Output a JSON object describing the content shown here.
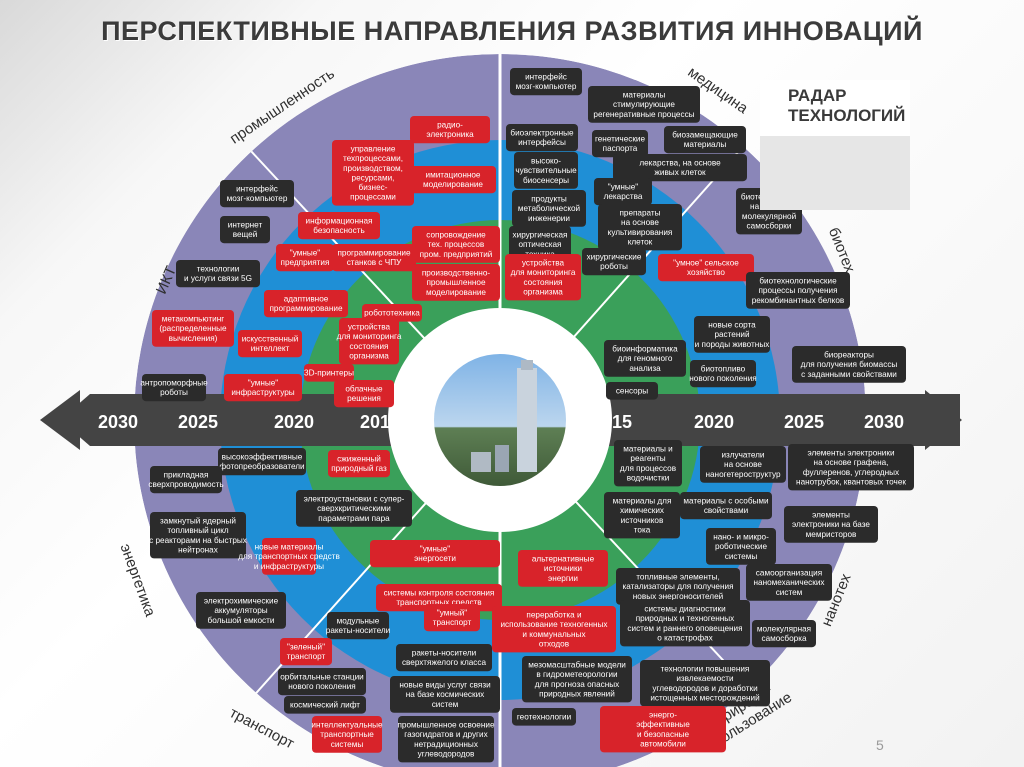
{
  "title": "ПЕРСПЕКТИВНЫЕ НАПРАВЛЕНИЯ РАЗВИТИЯ ИННОВАЦИЙ",
  "radar_title": "РАДАР\nТЕХНОЛОГИЙ",
  "page_number": "5",
  "colors": {
    "outer_ring": "#8a86b8",
    "middle_ring": "#1f8fd6",
    "inner_ring": "#3aa05a",
    "hub": "#ffffff",
    "axis": "#444444",
    "box_dark": "#2b2b2b",
    "box_red": "#d8232a",
    "text_white": "#ffffff",
    "sector_lines": "#ffffff"
  },
  "timeline": {
    "left": [
      "2030",
      "2025",
      "2020",
      "2015"
    ],
    "right": [
      "2015",
      "2020",
      "2025",
      "2030"
    ]
  },
  "sectors": [
    "промышленность",
    "медицина",
    "биотех",
    "нанотех",
    "природо-\nпользование",
    "транспорт",
    "энергетика",
    "ИКТ"
  ],
  "boxes": [
    {
      "text": "интерфейс\nмозг-компьютер",
      "style": "dark"
    },
    {
      "text": "материалы\nстимулирующие\nрегенеративные процессы",
      "style": "dark"
    },
    {
      "text": "биоэлектронные\nинтерфейсы",
      "style": "dark"
    },
    {
      "text": "генетические\nпаспорта",
      "style": "dark"
    },
    {
      "text": "биозамещающие\nматериалы",
      "style": "dark"
    },
    {
      "text": "высоко-\nчувствительные\nбиосенсеры",
      "style": "dark"
    },
    {
      "text": "лекарства, на основе\nживых клеток",
      "style": "dark"
    },
    {
      "text": "\"умные\"\nлекарства",
      "style": "dark"
    },
    {
      "text": "продукты\nметаболической\nинженерии",
      "style": "dark"
    },
    {
      "text": "препараты\nна основе\nкультивирования\nклеток",
      "style": "dark"
    },
    {
      "text": "хирургическая\nоптическая\nтехника",
      "style": "dark"
    },
    {
      "text": "хирургические\nроботы",
      "style": "dark"
    },
    {
      "text": "\"умное\" сельское\nхозяйство",
      "style": "red"
    },
    {
      "text": "устройства\nдля мониторинга\nсостояния\nорганизма",
      "style": "red"
    },
    {
      "text": "радио-\nэлектроника",
      "style": "red"
    },
    {
      "text": "управление\nтехпроцессами,\nпроизводством,\nресурсами,\nбизнес-\nпроцессами",
      "style": "red"
    },
    {
      "text": "имитационное\nмоделирование",
      "style": "red"
    },
    {
      "text": "интерфейс\nмозг-компьютер",
      "style": "dark"
    },
    {
      "text": "информационная\nбезопасность",
      "style": "red"
    },
    {
      "text": "интернет\nвещей",
      "style": "dark"
    },
    {
      "text": "сопровождение\nтех. процессов\nпром. предприятий",
      "style": "red"
    },
    {
      "text": "\"умные\"\nпредприятия",
      "style": "red"
    },
    {
      "text": "программирование\nстанков с ЧПУ",
      "style": "red"
    },
    {
      "text": "технологии\nи услуги связи 5G",
      "style": "dark"
    },
    {
      "text": "производственно-\nпромышленное\nмоделирование",
      "style": "red"
    },
    {
      "text": "адаптивное\nпрограммирование",
      "style": "red"
    },
    {
      "text": "робототехника",
      "style": "red"
    },
    {
      "text": "метакомпьютинг\n(распределенные\nвычисления)",
      "style": "red"
    },
    {
      "text": "устройства\nдля мониторинга\nсостояния\nорганизма",
      "style": "red"
    },
    {
      "text": "искусственный\nинтеллект",
      "style": "red"
    },
    {
      "text": "3D-принтеры",
      "style": "red"
    },
    {
      "text": "облачные\nрешения",
      "style": "red"
    },
    {
      "text": "антропоморфные\nроботы",
      "style": "dark"
    },
    {
      "text": "\"умные\"\nинфраструктуры",
      "style": "red"
    },
    {
      "text": "биотехнологии\nна основе\nмолекулярной\nсамосборки",
      "style": "dark"
    },
    {
      "text": "биотехнологические\nпроцессы получения\nрекомбинантных белков",
      "style": "dark"
    },
    {
      "text": "новые сорта\nрастений\nи породы животных",
      "style": "dark"
    },
    {
      "text": "биоинформатика\nдля геномного\nанализа",
      "style": "dark"
    },
    {
      "text": "биотопливо\nнового поколения",
      "style": "dark"
    },
    {
      "text": "биореакторы\nдля получения биомассы\nс заданными свойствами",
      "style": "dark"
    },
    {
      "text": "сенсоры",
      "style": "dark"
    },
    {
      "text": "высокоэффективные\nфотопреобразователи",
      "style": "dark"
    },
    {
      "text": "сжиженный\nприродный газ",
      "style": "red"
    },
    {
      "text": "прикладная\nсверхпроводимость",
      "style": "dark"
    },
    {
      "text": "материалы и\nреагенты\nдля процессов\nводочистки",
      "style": "dark"
    },
    {
      "text": "излучатели\nна основе\nнаногетероструктур",
      "style": "dark"
    },
    {
      "text": "элементы электроники\nна основе графена,\nфуллеренов, углеродных\nнанотрубок, квантовых точек",
      "style": "dark"
    },
    {
      "text": "электроустановки с супер-\nсверхкритическими\nпараметрами пара",
      "style": "dark"
    },
    {
      "text": "замкнутый ядерный\nтопливный цикл\nс реакторами на быстрых\nнейтронах",
      "style": "dark"
    },
    {
      "text": "материалы для\nхимических\nисточников\nтока",
      "style": "dark"
    },
    {
      "text": "материалы с особыми\nсвойствами",
      "style": "dark"
    },
    {
      "text": "элементы\nэлектроники на базе\nмемристоров",
      "style": "dark"
    },
    {
      "text": "\"умные\"\nэнергосети",
      "style": "red"
    },
    {
      "text": "новые материалы\nдля транспортных средств\nи инфраструктуры",
      "style": "red"
    },
    {
      "text": "нано- и микро-\nроботические\nсистемы",
      "style": "dark"
    },
    {
      "text": "альтернативные\nисточники\nэнергии",
      "style": "red"
    },
    {
      "text": "системы контроля состояния\nтранспортных средств",
      "style": "red"
    },
    {
      "text": "топливные элементы,\nкатализаторы для получения\nновых энергоносителей",
      "style": "dark"
    },
    {
      "text": "самоорганизация\nнаномеханических\nсистем",
      "style": "dark"
    },
    {
      "text": "электрохимические\nаккумуляторы\nбольшой емкости",
      "style": "dark"
    },
    {
      "text": "модульные\nракеты-носители",
      "style": "dark"
    },
    {
      "text": "\"умный\"\nтранспорт",
      "style": "red"
    },
    {
      "text": "переработка и\nиспользование техногенных\nи коммунальных\nотходов",
      "style": "red"
    },
    {
      "text": "системы диагностики\nприродных и техногенных\nсистем и раннего оповещения\nо катастрофах",
      "style": "dark"
    },
    {
      "text": "молекулярная\nсамосборка",
      "style": "dark"
    },
    {
      "text": "\"зеленый\"\nтранспорт",
      "style": "red"
    },
    {
      "text": "ракеты-носители\nсверхтяжелого класса",
      "style": "dark"
    },
    {
      "text": "орбитальные станции\nнового поколения",
      "style": "dark"
    },
    {
      "text": "новые виды услуг связи\nна базе космических\nсистем",
      "style": "dark"
    },
    {
      "text": "мезомасштабные модели\nв гидрометеорологии\nдля прогноза опасных\nприродных явлений",
      "style": "dark"
    },
    {
      "text": "технологии повышения\nизвлекаемости\nуглеводородов и доработки\nистощенных месторождений",
      "style": "dark"
    },
    {
      "text": "космический лифт",
      "style": "dark"
    },
    {
      "text": "геотехнологии",
      "style": "dark"
    },
    {
      "text": "энерго-\nэффективные\nи безопасные\nавтомобили",
      "style": "red"
    },
    {
      "text": "интеллектуальные\nтранспортные\nсистемы",
      "style": "red"
    },
    {
      "text": "промышленное освоение\nгазогидратов и других\nнетрадиционных\nуглеводородов",
      "style": "dark"
    }
  ]
}
